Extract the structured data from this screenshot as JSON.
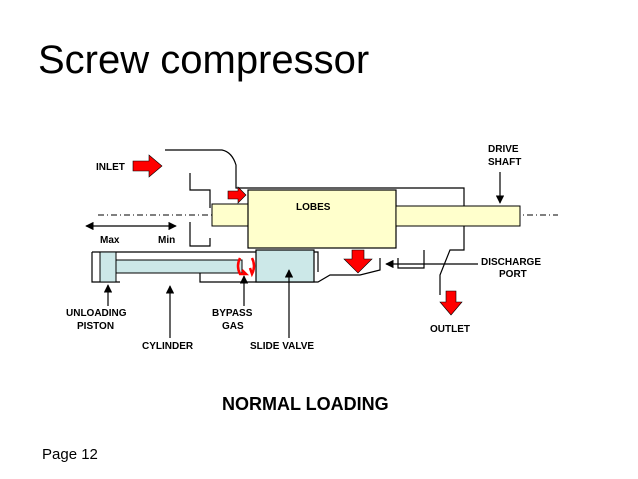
{
  "slide": {
    "title": "Screw compressor",
    "page": "Page 12"
  },
  "diagram": {
    "labels": {
      "inlet": "INLET",
      "drive_shaft_1": "DRIVE",
      "drive_shaft_2": "SHAFT",
      "lobes": "LOBES",
      "max": "Max",
      "min": "Min",
      "discharge_port_1": "DISCHARGE",
      "discharge_port_2": "PORT",
      "unloading_piston_1": "UNLOADING",
      "unloading_piston_2": "PISTON",
      "bypass_gas_1": "BYPASS",
      "bypass_gas_2": "GAS",
      "outlet": "OUTLET",
      "cylinder": "CYLINDER",
      "slide_valve": "SLIDE VALVE"
    },
    "caption": "NORMAL LOADING",
    "colors": {
      "lobes_fill": "#ffffcc",
      "piston_fill": "#cce8e8",
      "flow_arrow": "#ff0000",
      "outline": "#000000"
    }
  }
}
